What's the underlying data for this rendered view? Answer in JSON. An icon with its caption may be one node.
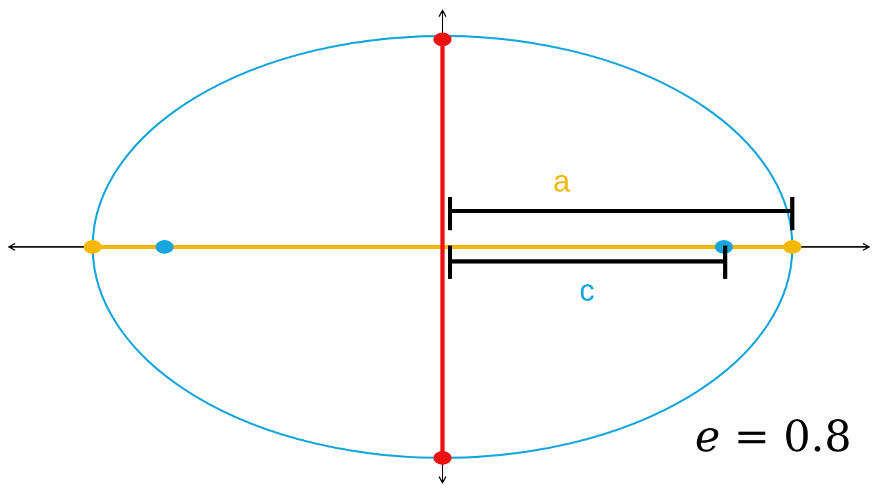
{
  "diagram": {
    "labels": [
      "a",
      "c",
      "*e* = 0.8"
    ]
  }
}
